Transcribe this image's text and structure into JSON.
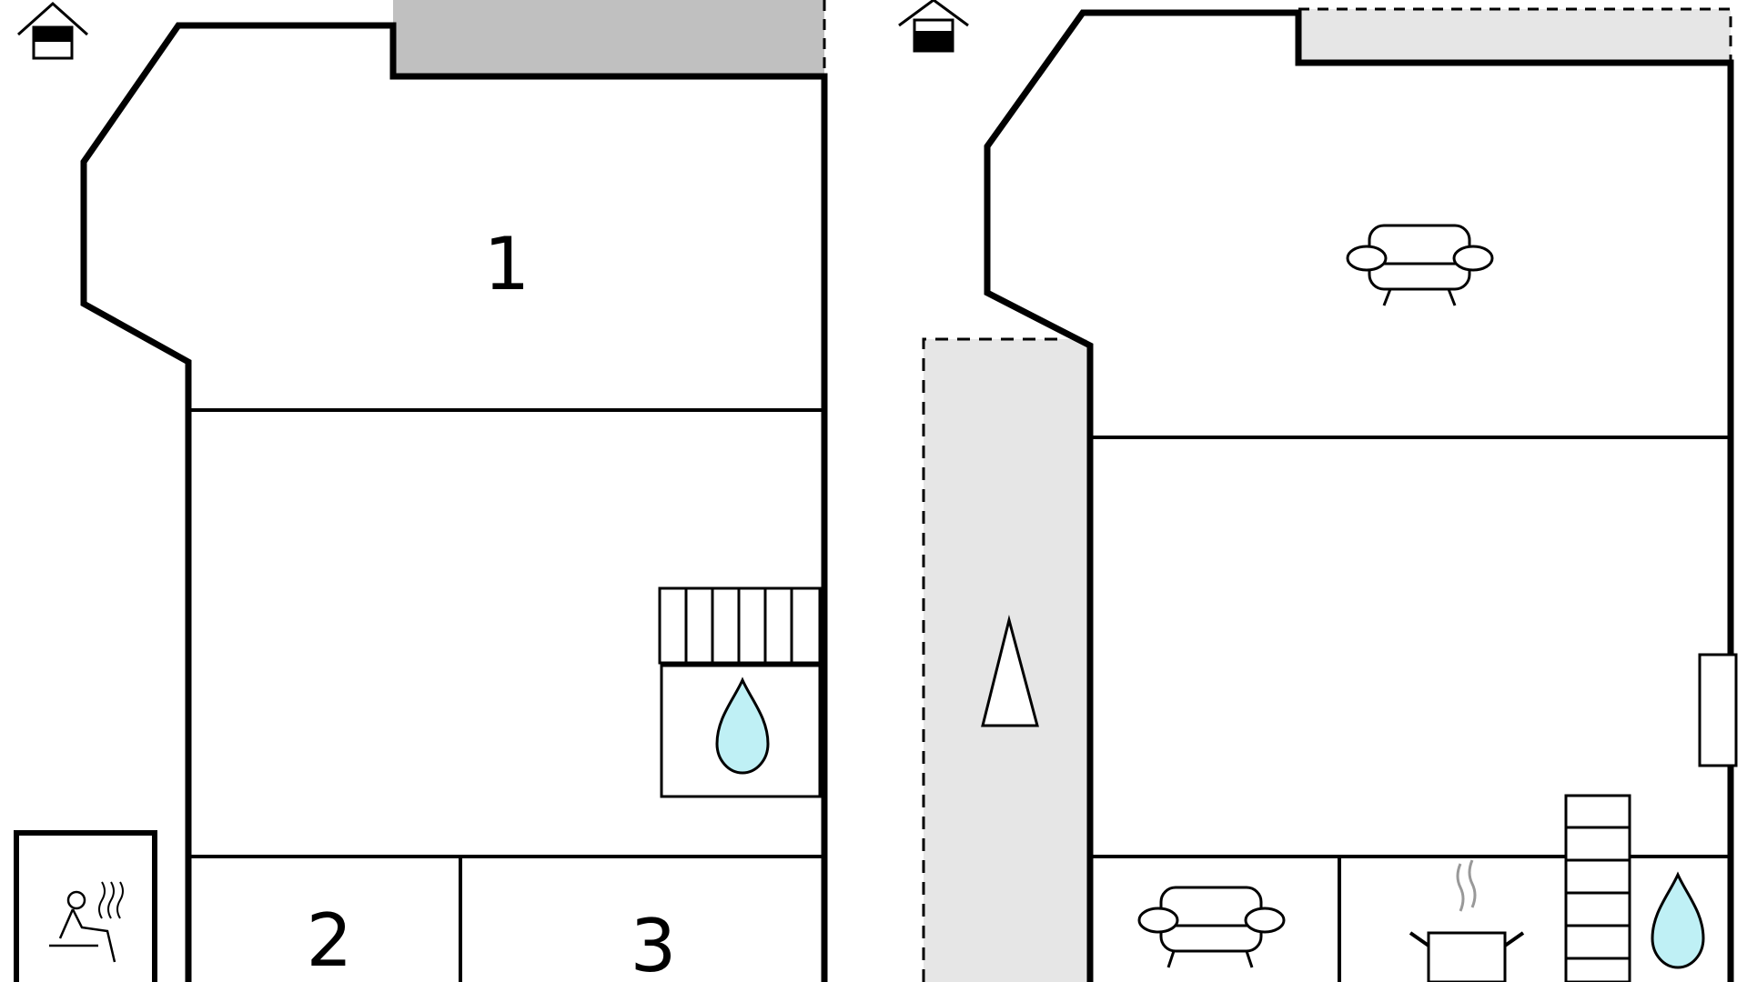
{
  "plan": {
    "rooms": [
      {
        "id": "room-1",
        "label": "1"
      },
      {
        "id": "room-2",
        "label": "2"
      },
      {
        "id": "room-3",
        "label": "3"
      }
    ],
    "icons": [
      "house-entrance-icon",
      "house-entrance-icon",
      "sauna-icon",
      "water-drop-icon",
      "water-drop-icon",
      "sofa-icon",
      "sofa-icon",
      "cooking-pot-icon",
      "staircase-icon",
      "staircase-icon",
      "fireplace-icon"
    ],
    "colors": {
      "wall": "#000000",
      "terrace_dark": "#c0c0c0",
      "terrace_light": "#e6e6e6",
      "water": "#bff0f5"
    }
  }
}
